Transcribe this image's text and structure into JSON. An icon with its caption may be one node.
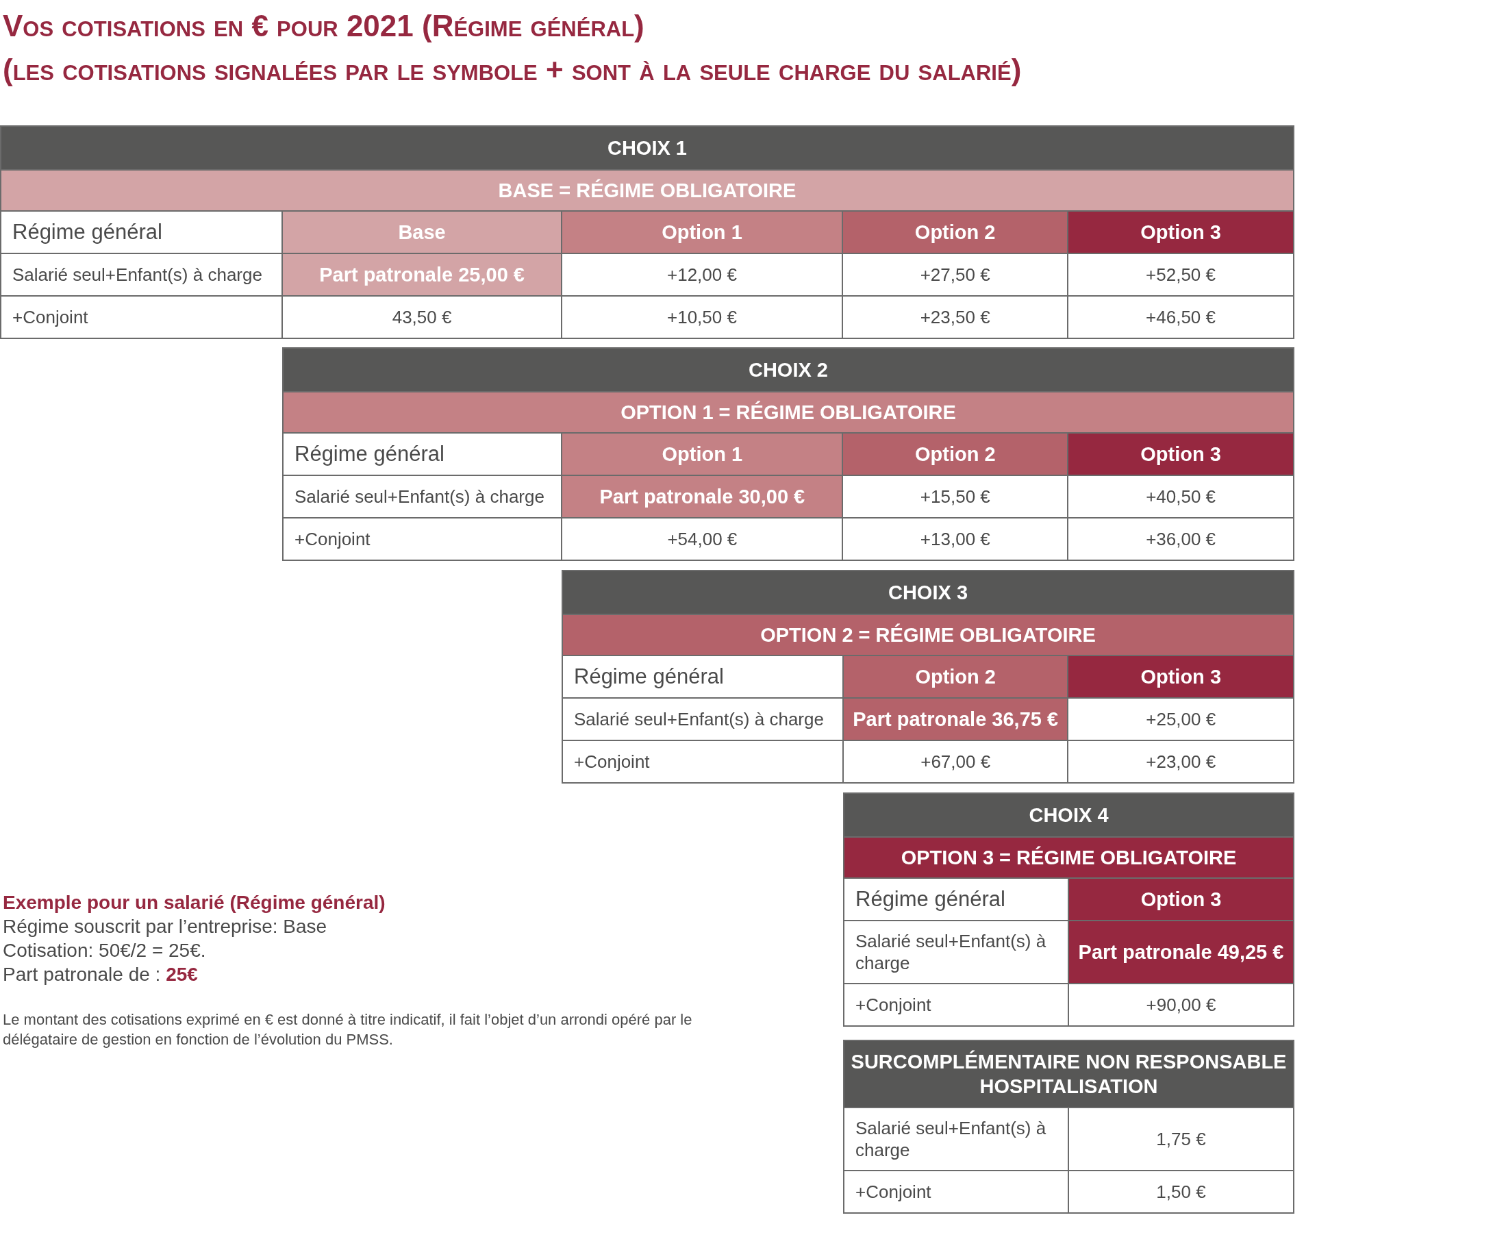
{
  "diagram": {
    "title": "Vos cotisations en € pour 2021 (Régime général)",
    "labels": [
      "(les cotisations signalées par le symbole + sont à la seule charge du salarié)",
      "CHOIX 1",
      "BASE = RÉGIME OBLIGATOIRE",
      "Régime général",
      "Base",
      "Option 1",
      "Option 2",
      "Option 3",
      "Salarié seul+Enfant(s) à charge",
      "Part patronale 25,00 €",
      "+12,00 €",
      "+27,50 €",
      "+52,50 €",
      "+Conjoint",
      "43,50 €",
      "+10,50 €",
      "+23,50 €",
      "+46,50 €",
      "CHOIX 2",
      "OPTION 1 = RÉGIME OBLIGATOIRE",
      "Régime général",
      "Option 1",
      "Option 2",
      "Option 3",
      "Salarié seul+Enfant(s) à charge",
      "Part patronale 30,00 €",
      "+15,50 €",
      "+40,50 €",
      "+Conjoint",
      "+54,00 €",
      "+13,00 €",
      "+36,00 €",
      "CHOIX 3",
      "OPTION 2 = RÉGIME OBLIGATOIRE",
      "Régime général",
      "Option 2",
      "Option 3",
      "Salarié seul+Enfant(s) à charge",
      "Part patronale 36,75 €",
      "+25,00 €",
      "+Conjoint",
      "+67,00 €",
      "+23,00 €",
      "CHOIX 4",
      "OPTION 3 = RÉGIME OBLIGATOIRE",
      "Régime général",
      "Option 3",
      "Salarié seul+Enfant(s) à charge",
      "Part patronale 49,25 €",
      "+Conjoint",
      "+90,00 €",
      "SURCOMPLÉMENTAIRE NON RESPONSABLE HOSPITALISATION",
      "Salarié seul+Enfant(s) à charge",
      "1,75 €",
      "+Conjoint",
      "1,50 €",
      "Exemple pour un salarié (Régime général)",
      "Régime souscrit par l’entreprise: Base",
      "Cotisation: 50€/2 = 25€.",
      "Part patronale de : **25€**",
      "Le montant des cotisations exprimé en € est donné à titre indicatif, il fait l’objet d’un arrondi opéré par le délégataire de gestion en fonction de l’évolution du PMSS."
    ]
  }
}
